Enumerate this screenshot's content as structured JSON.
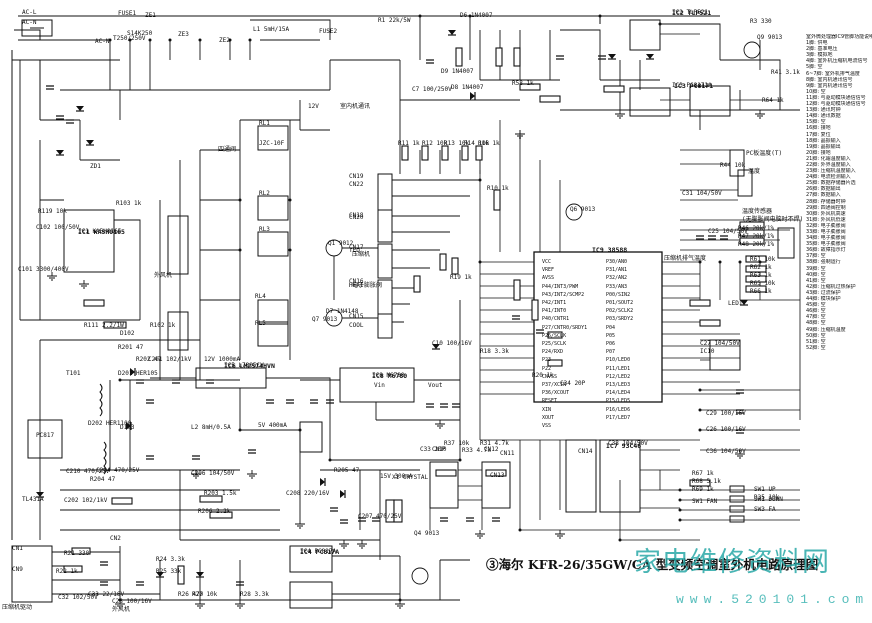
{
  "title": "③海尔 KFR-26/35GW/CA 型变频空调室外机电路原理图",
  "watermark": {
    "main": "家电维修资料网",
    "url": "www.520101.com",
    "color": "#2aa9a8"
  },
  "ics": {
    "mcu": "IC9 38588",
    "power_ctrl": "IC6 LM2574HVN",
    "reset": "IC8 M6780",
    "regulator": "IC5 L7805CV",
    "photo_a": "IC2 TLP521",
    "photo_b": "IC3 PC8171",
    "photo_c": "IC4 PC817A",
    "switch_ic": "IC1 KA5H0165",
    "eeprom": "IC7 93C46"
  },
  "mcu_pins_left": [
    "VCC",
    "VREF",
    "AVSS",
    "P44/INT3/PWM",
    "P43/INT2/SCMP2",
    "P42/INT1",
    "P41/INT0",
    "P40/CNTR1",
    "P27/CNTR0/SRDY1",
    "P26/SCLK",
    "P25/SCLK",
    "P24/RXD",
    "P23",
    "P22",
    "CNVSS",
    "P37/XCIN",
    "P36/XCOUT",
    "RESET",
    "XIN",
    "XOUT",
    "VSS"
  ],
  "mcu_pins_right": [
    "P30/AN0",
    "P31/AN1",
    "P32/AN2",
    "P33/AN3",
    "P00/SIN2",
    "P01/SOUT2",
    "P02/SCLK2",
    "P03/SRDY2",
    "P04",
    "P05",
    "P06",
    "P07",
    "P10/LED0",
    "P11/LED1",
    "P12/LED2",
    "P13/LED3",
    "P14/LED4",
    "P15/LED5",
    "P16/LED6",
    "P17/LED7"
  ],
  "labels": [
    {
      "t": "AC-L"
    },
    {
      "t": "AC-N"
    },
    {
      "t": "AC-N"
    },
    {
      "t": "FUSE1"
    },
    {
      "t": "T250/250V"
    },
    {
      "t": "ZE1"
    },
    {
      "t": "S14K250"
    },
    {
      "t": "ZE3"
    },
    {
      "t": "ZE2"
    },
    {
      "t": "L1 5mH/15A"
    },
    {
      "t": "FUSE2"
    },
    {
      "t": "R1 22k/5W"
    },
    {
      "t": "D6 1N4007"
    },
    {
      "t": "IC2 TLP521"
    },
    {
      "t": "R3 330"
    },
    {
      "t": "Q9 9013"
    },
    {
      "t": "R41 3.1k"
    },
    {
      "t": "D9 1N4007"
    },
    {
      "t": "D8 1N4007"
    },
    {
      "t": "C7 100/250V"
    },
    {
      "t": "IC3 PC8171A"
    },
    {
      "t": "R58 1k"
    },
    {
      "t": "R64 1k"
    },
    {
      "t": "室内机通讯"
    },
    {
      "t": "12V"
    },
    {
      "t": "RL1"
    },
    {
      "t": "RL2"
    },
    {
      "t": "RL3"
    },
    {
      "t": "RL4"
    },
    {
      "t": "RL5"
    },
    {
      "t": "JZC-10F"
    },
    {
      "t": "CN19"
    },
    {
      "t": "CN20"
    },
    {
      "t": "四通阀"
    },
    {
      "t": "外风机"
    },
    {
      "t": "压缩机"
    },
    {
      "t": "电子膨胀阀"
    },
    {
      "t": "TEO"
    },
    {
      "t": "HEA1"
    },
    {
      "t": "COOL"
    },
    {
      "t": "CN22"
    },
    {
      "t": "CN18"
    },
    {
      "t": "CN17"
    },
    {
      "t": "CN16"
    },
    {
      "t": "CN15"
    },
    {
      "t": "IC8 M6780"
    },
    {
      "t": "Vin"
    },
    {
      "t": "Vout"
    },
    {
      "t": "IC5 L7805CV"
    },
    {
      "t": "12V 1000mA"
    },
    {
      "t": "5V 400mA"
    },
    {
      "t": "15V 300mA"
    },
    {
      "t": "T101"
    },
    {
      "t": "D102"
    },
    {
      "t": "D103"
    },
    {
      "t": "ZD1"
    },
    {
      "t": "C101 3300/400V"
    },
    {
      "t": "R102 1k"
    },
    {
      "t": "R103 1k"
    },
    {
      "t": "IC1 KA5H0165"
    },
    {
      "t": "R119 10k"
    },
    {
      "t": "C102 100/50V"
    },
    {
      "t": "R111 2.2/1W"
    },
    {
      "t": "L2 8mH/0.5A"
    },
    {
      "t": "PC817"
    },
    {
      "t": "TL431A"
    },
    {
      "t": "R201 47"
    },
    {
      "t": "R202 47"
    },
    {
      "t": "C201 102/1kV"
    },
    {
      "t": "D201 HER105"
    },
    {
      "t": "C202 102/1kV"
    },
    {
      "t": "D202 HER1100"
    },
    {
      "t": "R203 1.5k"
    },
    {
      "t": "R204 47"
    },
    {
      "t": "R205 47"
    },
    {
      "t": "R206 2.2k"
    },
    {
      "t": "C210 470/25V"
    },
    {
      "t": "C204 470/25V"
    },
    {
      "t": "C206 104/50V"
    },
    {
      "t": "C207 470/25V"
    },
    {
      "t": "C208 220/16V"
    },
    {
      "t": "CN1"
    },
    {
      "t": "CN2"
    },
    {
      "t": "CN9"
    },
    {
      "t": "CN10"
    },
    {
      "t": "CN12"
    },
    {
      "t": "CN11"
    },
    {
      "t": "CN14"
    },
    {
      "t": "IC4 PC817A"
    },
    {
      "t": "R21 330"
    },
    {
      "t": "R22 1k"
    },
    {
      "t": "C32 102/50V"
    },
    {
      "t": "C33 22/16V"
    },
    {
      "t": "R24 3.3k"
    },
    {
      "t": "R25 33k"
    },
    {
      "t": "R26 470"
    },
    {
      "t": "R27 10k"
    },
    {
      "t": "C28 100/16V"
    },
    {
      "t": "R28 3.3k"
    },
    {
      "t": "压缩机驱动"
    },
    {
      "t": "外风机"
    },
    {
      "t": "C25 104/50V"
    },
    {
      "t": "C38 104/50V"
    },
    {
      "t": "R46 20k/1%"
    },
    {
      "t": "R47 20k/1%"
    },
    {
      "t": "R48 20k/1%"
    },
    {
      "t": "R44 10k"
    },
    {
      "t": "R61 10k"
    },
    {
      "t": "R62 1k"
    },
    {
      "t": "R63 1k"
    },
    {
      "t": "R65 10k"
    },
    {
      "t": "R66 1k"
    },
    {
      "t": "C31 104/50V"
    },
    {
      "t": "C27 104/50V"
    },
    {
      "t": "C29 100/16V"
    },
    {
      "t": "C26 100/16V"
    },
    {
      "t": "C36 104/50V"
    },
    {
      "t": "LED1"
    },
    {
      "t": "IC10"
    },
    {
      "t": "R67 1k"
    },
    {
      "t": "R68 5.1k"
    },
    {
      "t": "R69 1k"
    },
    {
      "t": "SW1 FAN"
    },
    {
      "t": "SW1 UP"
    },
    {
      "t": "SW1 DOWN"
    },
    {
      "t": "SW3 FA"
    },
    {
      "t": "R35 10k"
    },
    {
      "t": "R37 10k"
    },
    {
      "t": "R31 4.7k"
    },
    {
      "t": "R33 4.7k"
    },
    {
      "t": "CN13"
    },
    {
      "t": "PC板温度(T)"
    },
    {
      "t": "温度"
    },
    {
      "t": "压缩机排气温度"
    },
    {
      "t": "温度传感器"
    },
    {
      "t": "(无膨胀阀电脑时不焊)"
    },
    {
      "t": "Q4 9013"
    },
    {
      "t": "Q1 9012"
    },
    {
      "t": "Q6 9013"
    },
    {
      "t": "Q7 9013"
    },
    {
      "t": "D7 1N4148"
    },
    {
      "t": "C10 100/16V"
    },
    {
      "t": "R18 3.3k"
    },
    {
      "t": "R10 1k"
    },
    {
      "t": "R11 1k"
    },
    {
      "t": "R12 10k"
    },
    {
      "t": "R13 10k"
    },
    {
      "t": "R14 10k"
    },
    {
      "t": "R16 1k"
    },
    {
      "t": "R19 1k"
    },
    {
      "t": "R20 1k"
    },
    {
      "t": "X1 CRYSTAL"
    },
    {
      "t": "C33 20P"
    },
    {
      "t": "C34 20P"
    }
  ],
  "notes": [
    "室外微处理器IC9管脚功能说明",
    "1脚: 供电",
    "2脚: 基准电压",
    "3脚: 模拟地",
    "4脚: 室外机压缩机电流信号",
    "5脚: 空",
    "6~7脚: 室外机排气温度",
    "8脚: 室内机通讯信号",
    "9脚: 室内机通讯信号",
    "10脚: 空",
    "11脚: 与驱动模块通信信号",
    "12脚: 与驱动模块通信信号",
    "13脚: 通讯时钟",
    "14脚: 通讯数据",
    "15脚: 空",
    "16脚: 接地",
    "17脚: 复位",
    "18脚: 晶振输入",
    "19脚: 晶振输出",
    "20脚: 接地",
    "21脚: 化霜温度输入",
    "22脚: 外界温度输入",
    "23脚: 压缩机温度输入",
    "24脚: 电流检测输入",
    "25脚: 数据存储器片选",
    "26脚: 数据输出",
    "27脚: 数据输入",
    "28脚: 存储器时钟",
    "29脚: 四通阀控制",
    "30脚: 外风机高速",
    "31脚: 外风机低速",
    "32脚: 电子膨胀阀",
    "33脚: 电子膨胀阀",
    "34脚: 电子膨胀阀",
    "35脚: 电子膨胀阀",
    "36脚: 故障指示灯",
    "37脚: 空",
    "38脚: 强制运行",
    "39脚: 空",
    "40脚: 空",
    "41脚: 空",
    "42脚: 压缩机过热保护",
    "43脚: 过流保护",
    "44脚: 模块保护",
    "45脚: 空",
    "46脚: 空",
    "47脚: 空",
    "48脚: 空",
    "49脚: 压缩机温度",
    "50脚: 空",
    "51脚: 空",
    "52脚: 空"
  ]
}
